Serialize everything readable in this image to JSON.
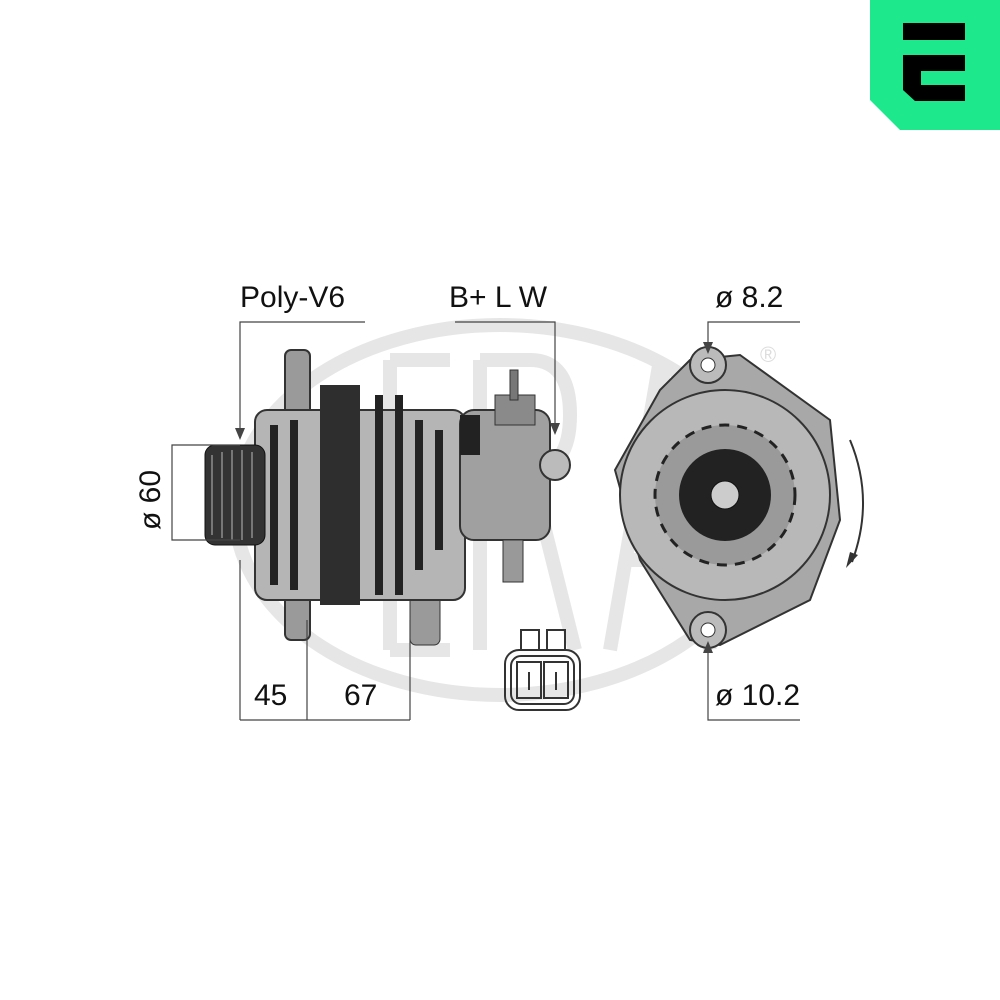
{
  "brand": {
    "logo_letter": "E",
    "logo_color": "#1EE88C",
    "watermark": "ERA",
    "registered_mark": "®"
  },
  "dimensions": {
    "pulley_type": "Poly-V6",
    "connector_terminals": "B+ L W",
    "top_hole": "ø 8.2",
    "bottom_hole": "ø 10.2",
    "pulley_diameter": "ø 60",
    "length_front": "45",
    "length_rear": "67"
  },
  "colors": {
    "line": "#444444",
    "part_dark": "#2a2a2a",
    "part_mid": "#8a8a8a",
    "part_light": "#c8c8c8",
    "watermark": "#e6e6e6"
  }
}
